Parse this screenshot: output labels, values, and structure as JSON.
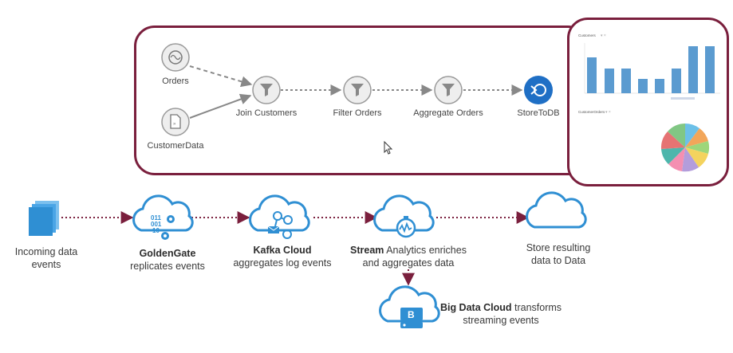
{
  "pipeline": {
    "nodes": {
      "orders": "Orders",
      "customer_data": "CustomerData",
      "join_customers": "Join Customers",
      "filter_orders": "Filter Orders",
      "aggregate_orders": "Aggregate Orders",
      "store_to_db": "StoreToDB"
    }
  },
  "dashboard": {
    "bar_chart_title": "Customers",
    "pie_chart_title": "CustomerOrders",
    "colors": {
      "bar": "#5b9bd0",
      "frame": "#7a1f3d"
    }
  },
  "flow": {
    "incoming": {
      "line1": "Incoming data",
      "line2": "events"
    },
    "goldengate": {
      "bold": "GoldenGate",
      "line2": "replicates events"
    },
    "kafka": {
      "bold": "Kafka Cloud",
      "line2": "aggregates log events"
    },
    "stream": {
      "bold": "Stream",
      "rest": " Analytics enriches",
      "line2": "and aggregates data"
    },
    "store": {
      "line1": "Store resulting",
      "line2": "data to Data"
    },
    "bigdata": {
      "bold": "Big Data Cloud",
      "rest": " transforms",
      "line2": "streaming events"
    },
    "colors": {
      "cloud": "#2f8fd3",
      "arrow": "#7a1f3d"
    }
  }
}
